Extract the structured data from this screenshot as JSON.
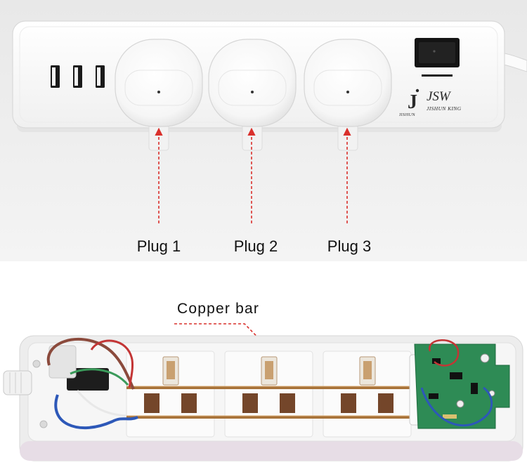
{
  "labels": {
    "plug_1": "Plug 1",
    "plug_2": "Plug 2",
    "plug_3": "Plug 3",
    "copper_bar": "Copper bar"
  },
  "brand": {
    "logo_mark": "J",
    "name": "JSW",
    "subtitle": "JISHUN KING",
    "vertical": "JISHUN"
  },
  "colors": {
    "annotation_red": "#d9302c",
    "copper": "#a8733a",
    "pcb_green": "#2e8b55",
    "wire_brown": "#8b4a3c",
    "wire_blue": "#2d58b8",
    "wire_red": "#c33535",
    "switch_black": "#141414"
  }
}
